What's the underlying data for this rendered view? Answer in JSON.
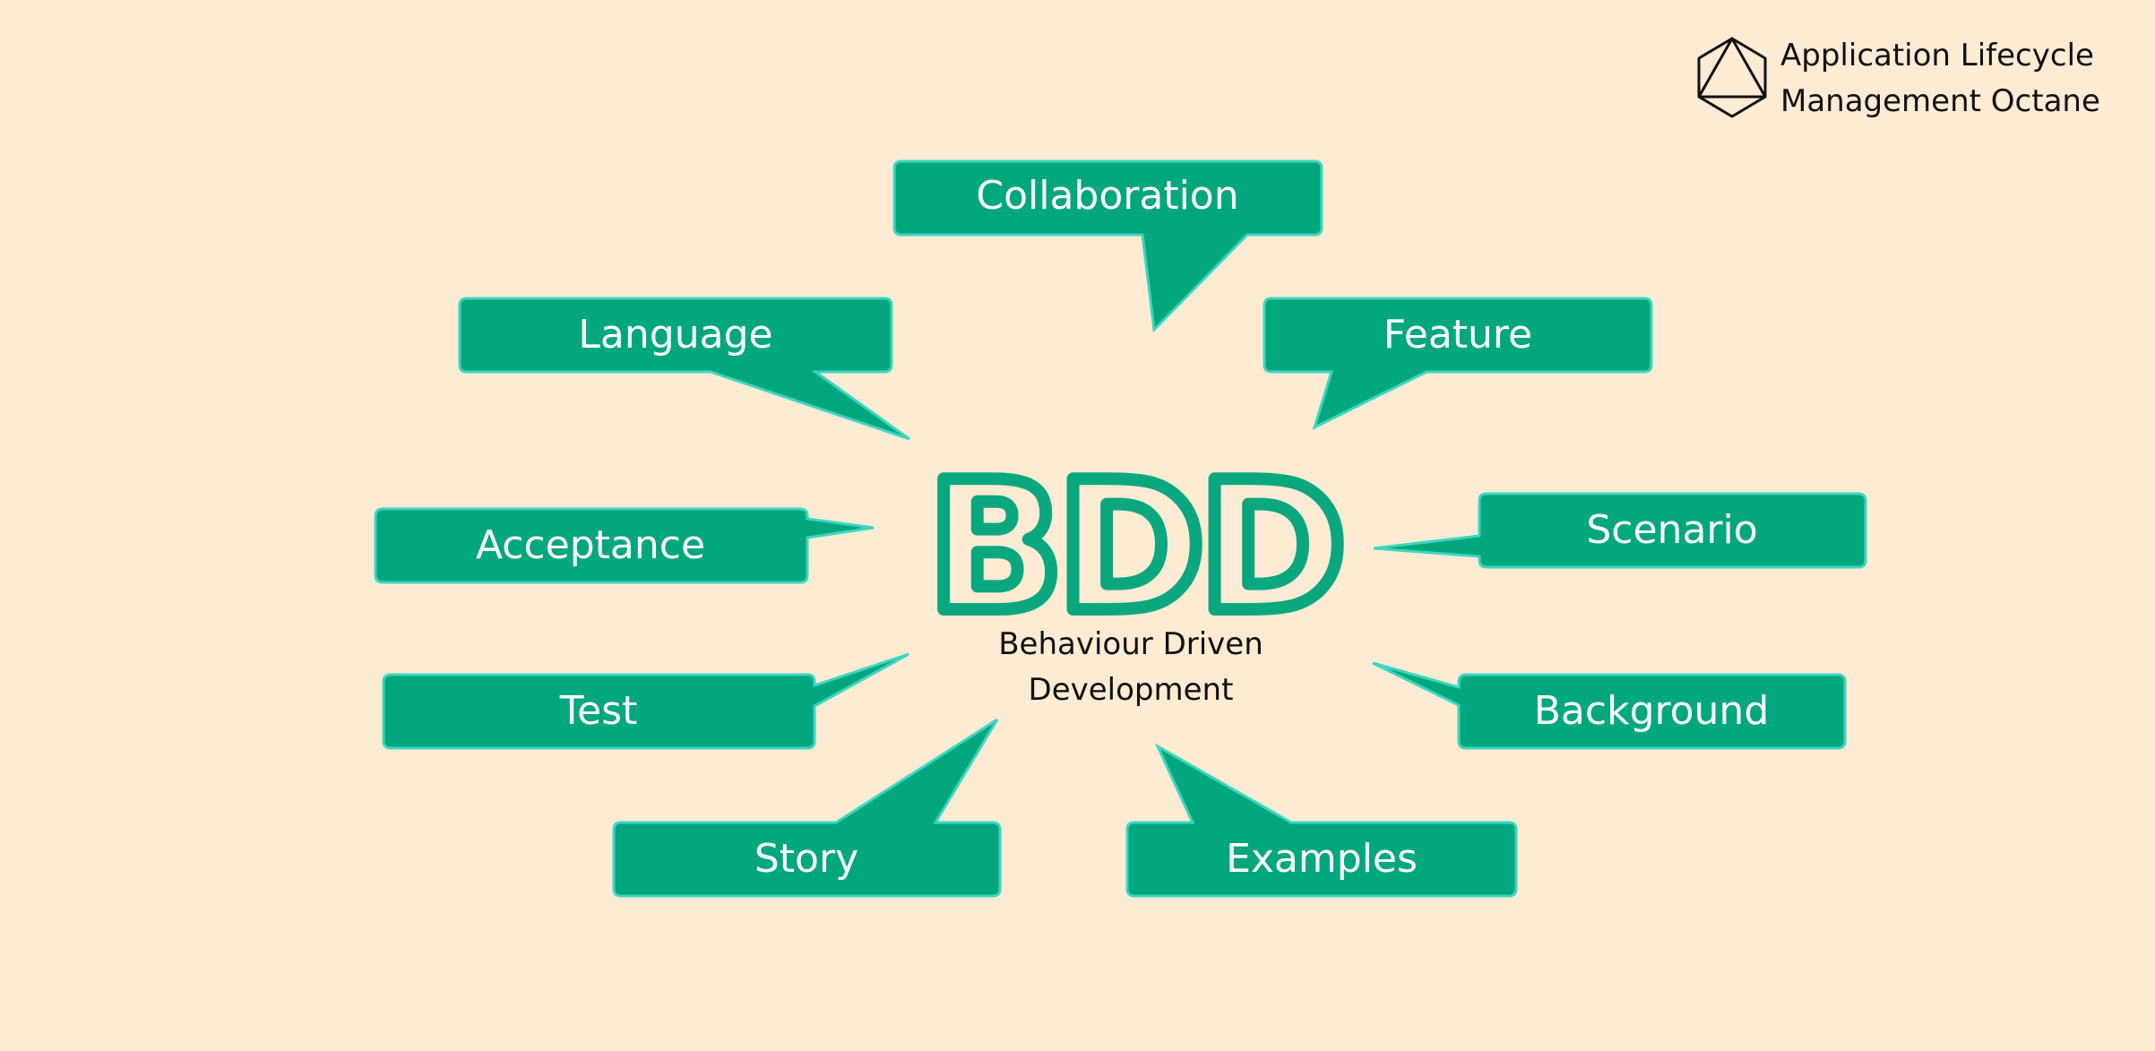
{
  "logo": {
    "line1": "Application Lifecycle",
    "line2": "Management Octane",
    "icon": "octahedron-icon"
  },
  "center": {
    "title": "BDD",
    "subtitle_line1": "Behaviour Driven",
    "subtitle_line2": "Development"
  },
  "bubbles": [
    {
      "key": "collaboration",
      "label": "Collaboration"
    },
    {
      "key": "language",
      "label": "Language"
    },
    {
      "key": "feature",
      "label": "Feature"
    },
    {
      "key": "acceptance",
      "label": "Acceptance"
    },
    {
      "key": "scenario",
      "label": "Scenario"
    },
    {
      "key": "test",
      "label": "Test"
    },
    {
      "key": "background",
      "label": "Background"
    },
    {
      "key": "story",
      "label": "Story"
    },
    {
      "key": "examples",
      "label": "Examples"
    }
  ],
  "colors": {
    "background": "#FEEBD4",
    "bubble_fill": "#03A77D",
    "bubble_border": "#3DD6C0",
    "title": "#0BA880",
    "text": "#111111"
  }
}
